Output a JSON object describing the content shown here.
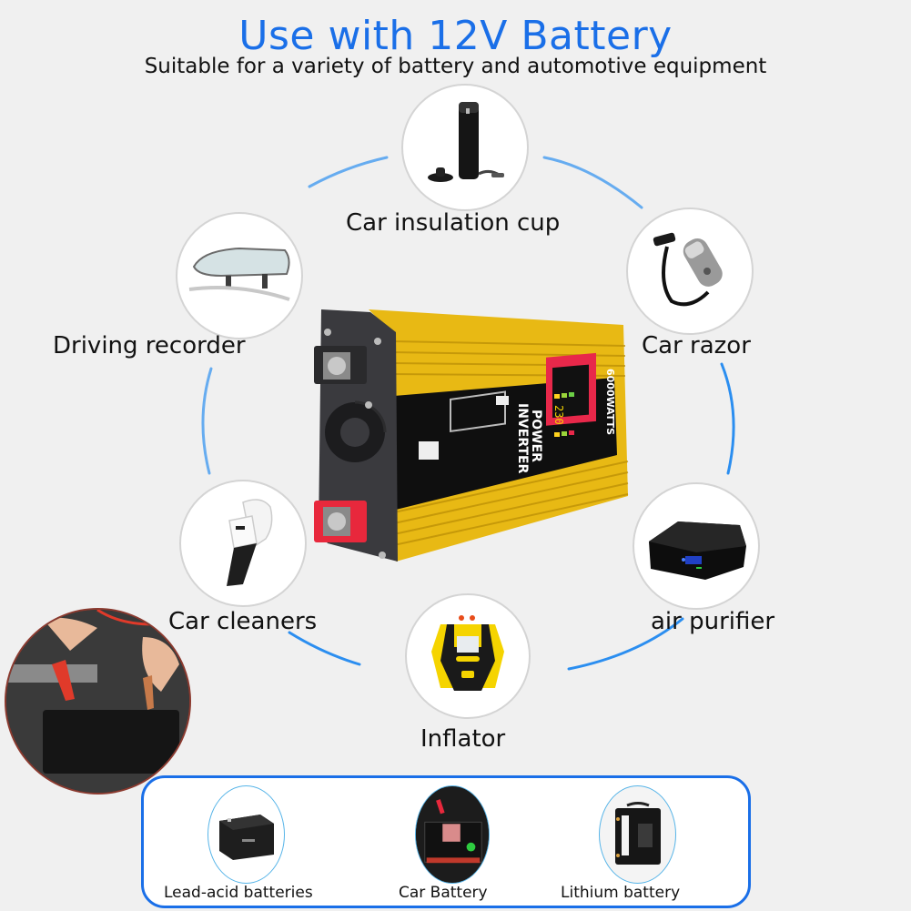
{
  "header": {
    "title": "Use with 12V Battery",
    "subtitle": "Suitable for a variety of battery and automotive equipment"
  },
  "colors": {
    "accent_blue": "#1a6fe8",
    "inverter_yellow": "#f2c21b",
    "terminal_red": "#e8283c",
    "background": "#f0f0f0"
  },
  "center_product": {
    "name": "POWER INVERTER",
    "rating": "6000WATTS"
  },
  "devices": [
    {
      "label": "Car insulation cup",
      "icon": "insulation-cup-icon"
    },
    {
      "label": "Car razor",
      "icon": "car-razor-icon"
    },
    {
      "label": "air purifier",
      "icon": "air-purifier-icon"
    },
    {
      "label": "Inflator",
      "icon": "inflator-icon"
    },
    {
      "label": "Car cleaners",
      "icon": "car-vacuum-icon"
    },
    {
      "label": "Driving recorder",
      "icon": "dash-cam-mirror-icon"
    }
  ],
  "battery_types": [
    {
      "label": "Lead-acid batteries",
      "icon": "lead-acid-battery-icon"
    },
    {
      "label": "Car Battery",
      "icon": "car-battery-icon"
    },
    {
      "label": "Lithium battery",
      "icon": "lithium-battery-icon"
    }
  ]
}
